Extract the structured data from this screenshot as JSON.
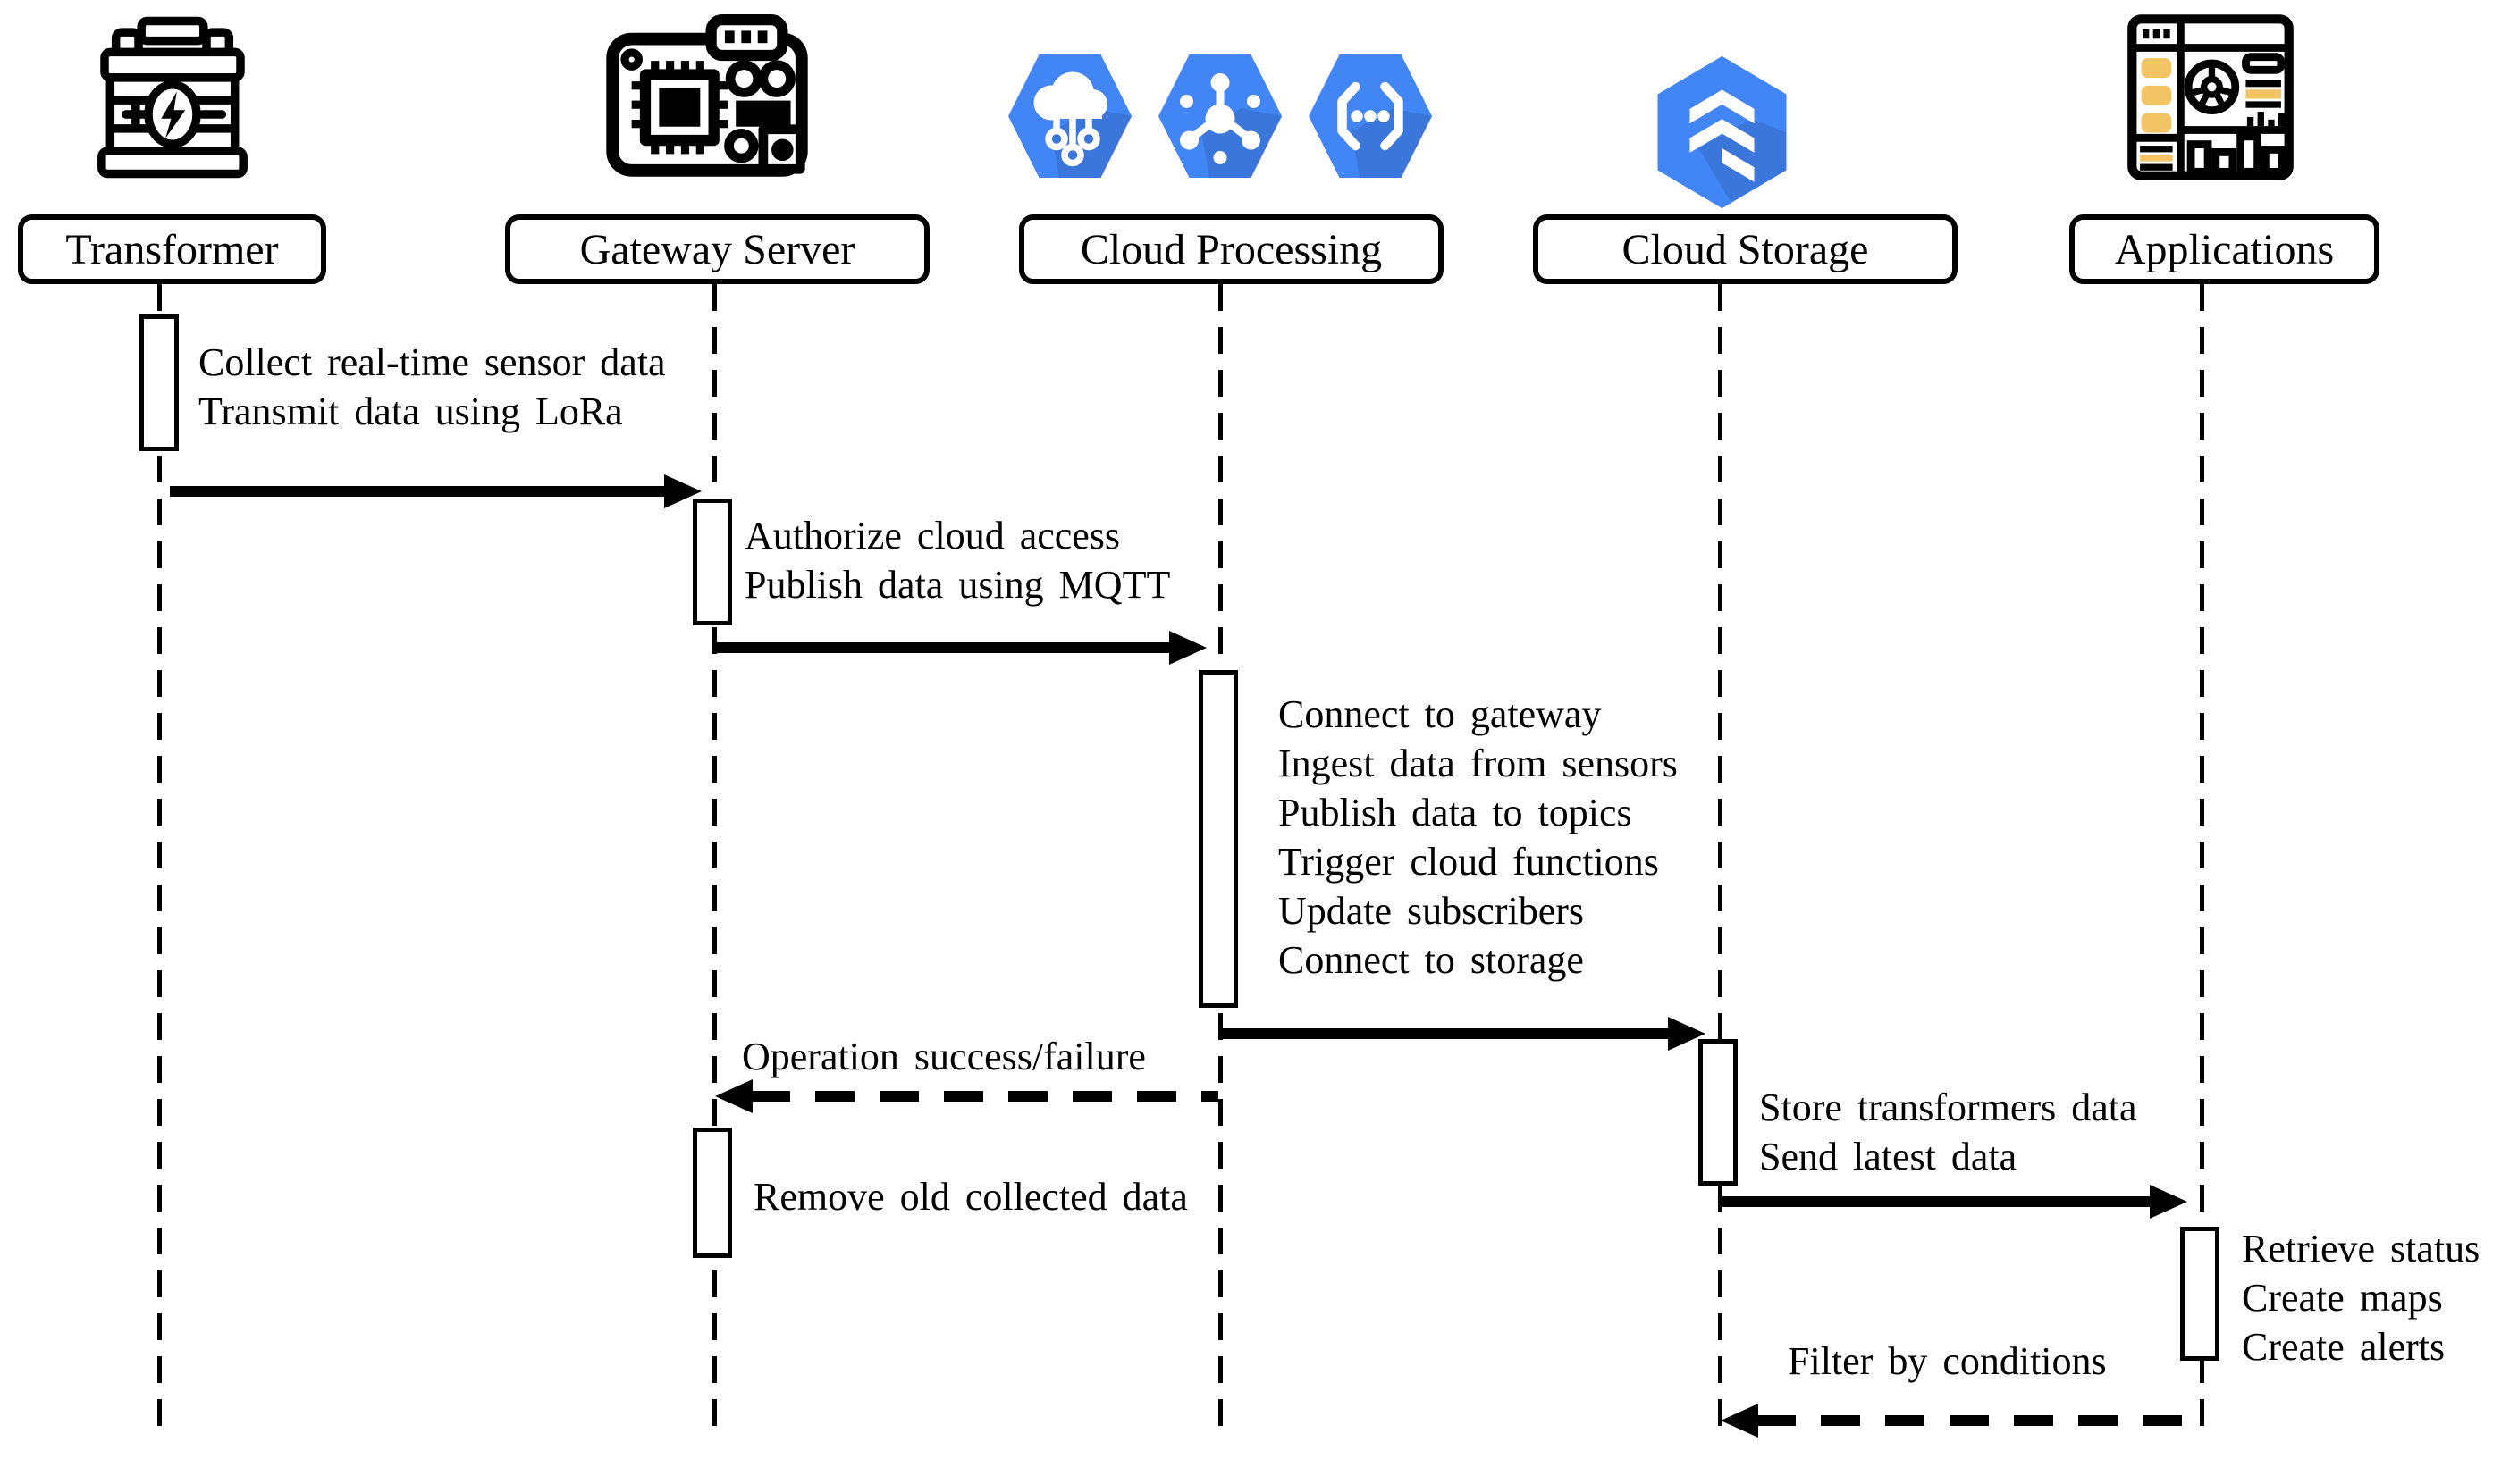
{
  "actors": {
    "transformer": {
      "label": "Transformer",
      "icon": "transformer-battery-icon"
    },
    "gateway": {
      "label": "Gateway Server",
      "icon": "gateway-server-board-icon"
    },
    "processing": {
      "label": "Cloud Processing",
      "icons": [
        "cloud-iot-core-hexagon-icon",
        "cloud-pubsub-hexagon-icon",
        "cloud-functions-hexagon-icon"
      ]
    },
    "storage": {
      "label": "Cloud Storage",
      "icon": "cloud-storage-hexagon-icon"
    },
    "applications": {
      "label": "Applications",
      "icon": "applications-dashboard-icon"
    }
  },
  "messages": {
    "transformer_note": {
      "lines": [
        "Collect real-time sensor data",
        "Transmit data using LoRa"
      ]
    },
    "gateway_note": {
      "lines": [
        "Authorize cloud access",
        "Publish data using MQTT"
      ]
    },
    "processing_note": {
      "lines": [
        "Connect to gateway",
        "Ingest data from sensors",
        "Publish data to topics",
        "Trigger cloud functions",
        "Update subscribers",
        "Connect to storage"
      ]
    },
    "operation_result": {
      "label": "Operation success/failure"
    },
    "gateway_cleanup_note": {
      "lines": [
        "Remove old collected data"
      ]
    },
    "storage_note": {
      "lines": [
        "Store transformers data",
        "Send latest data"
      ]
    },
    "applications_note": {
      "lines": [
        "Retrieve status",
        "Create maps",
        "Create alerts"
      ]
    },
    "filter_result": {
      "label": "Filter by conditions"
    }
  },
  "colors": {
    "hexagon_blue": "#4285F4",
    "hexagon_shade": "#3367D6",
    "icon_yellow": "#F2C464",
    "line_black": "#000000"
  }
}
